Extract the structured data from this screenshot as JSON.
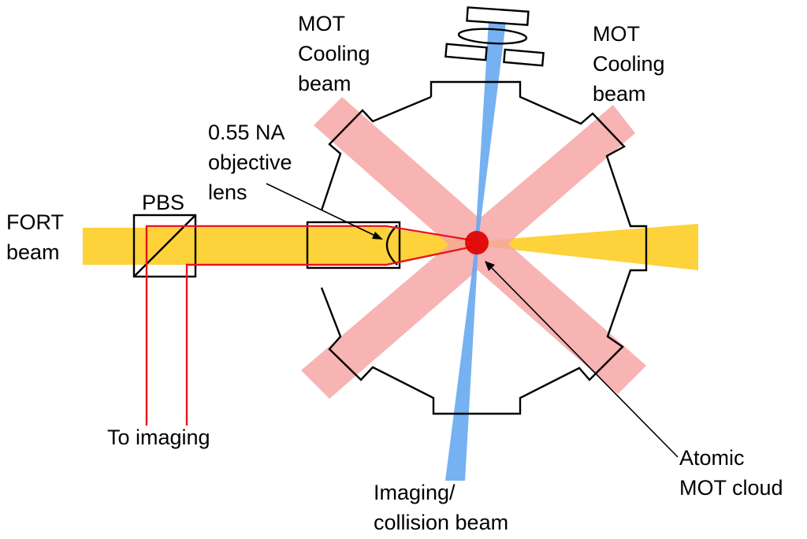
{
  "labels": {
    "mot_left": "MOT\nCooling\nbeam",
    "mot_right": "MOT\nCooling\nbeam",
    "objective": "0.55 NA\nobjective\nlens",
    "pbs": "PBS",
    "fort": "FORT\nbeam",
    "to_imaging": "To imaging",
    "atomic_cloud": "Atomic\nMOT cloud",
    "imaging_beam": "Imaging/\ncollision beam"
  },
  "colors": {
    "fort_beam": "#fdd23a",
    "mot_beam": "#f7a6a6",
    "imaging_beam": "#6aaaf0",
    "imaging_path": "#e8151b",
    "mot_cloud": "#e00000",
    "outline": "#000000"
  }
}
